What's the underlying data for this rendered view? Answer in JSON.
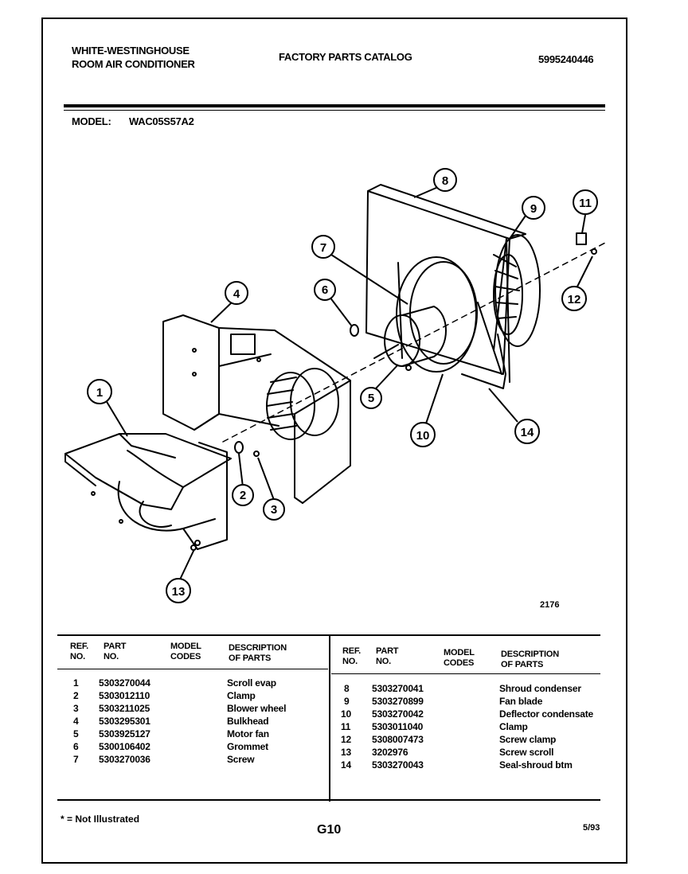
{
  "header": {
    "brand_line1": "WHITE-WESTINGHOUSE",
    "brand_line2": "ROOM AIR CONDITIONER",
    "catalog_title": "FACTORY PARTS CATALOG",
    "catalog_number": "5995240446",
    "model_label": "MODEL:",
    "model_value": "WAC05S57A2"
  },
  "diagram": {
    "figure_number": "2176",
    "callouts": [
      "1",
      "2",
      "3",
      "4",
      "5",
      "6",
      "7",
      "8",
      "9",
      "10",
      "11",
      "12",
      "13",
      "14"
    ]
  },
  "table": {
    "headers": {
      "ref_line1": "REF.",
      "ref_line2": "NO.",
      "part_line1": "PART",
      "part_line2": "NO.",
      "model_line1": "MODEL",
      "model_line2": "CODES",
      "desc_line1": "DESCRIPTION",
      "desc_line2": "OF PARTS"
    },
    "left_rows": [
      {
        "ref": "1",
        "part": "5303270044",
        "code": "",
        "desc": "Scroll evap"
      },
      {
        "ref": "2",
        "part": "5303012110",
        "code": "",
        "desc": "Clamp"
      },
      {
        "ref": "3",
        "part": "5303211025",
        "code": "",
        "desc": "Blower wheel"
      },
      {
        "ref": "4",
        "part": "5303295301",
        "code": "",
        "desc": "Bulkhead"
      },
      {
        "ref": "5",
        "part": "5303925127",
        "code": "",
        "desc": "Motor fan"
      },
      {
        "ref": "6",
        "part": "5300106402",
        "code": "",
        "desc": "Grommet"
      },
      {
        "ref": "7",
        "part": "5303270036",
        "code": "",
        "desc": "Screw"
      }
    ],
    "right_rows": [
      {
        "ref": "8",
        "part": "5303270041",
        "code": "",
        "desc": "Shroud condenser"
      },
      {
        "ref": "9",
        "part": "5303270899",
        "code": "",
        "desc": "Fan blade"
      },
      {
        "ref": "10",
        "part": "5303270042",
        "code": "",
        "desc": "Deflector condensate"
      },
      {
        "ref": "11",
        "part": "5303011040",
        "code": "",
        "desc": "Clamp"
      },
      {
        "ref": "12",
        "part": "5308007473",
        "code": "",
        "desc": "Screw clamp"
      },
      {
        "ref": "13",
        "part": "3202976",
        "code": "",
        "desc": "Screw scroll"
      },
      {
        "ref": "14",
        "part": "5303270043",
        "code": "",
        "desc": "Seal-shroud btm"
      }
    ]
  },
  "footer": {
    "note": "* = Not Illustrated",
    "page_code": "G10",
    "date": "5/93"
  }
}
